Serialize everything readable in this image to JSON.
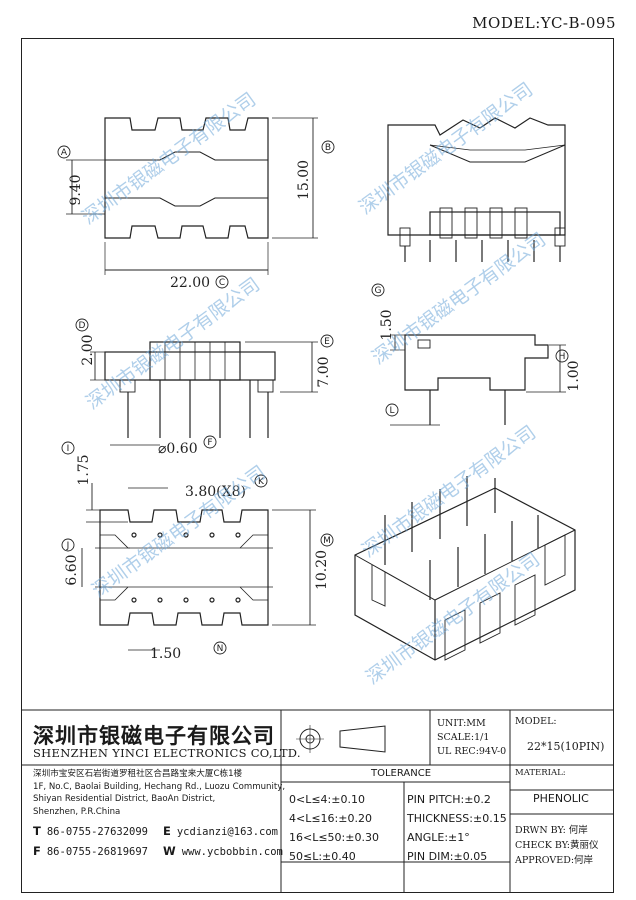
{
  "model": "MODEL:YC-B-095",
  "watermark": "深圳市银磁电子有限公司",
  "dimensions": {
    "a": "9.40",
    "b": "15.00",
    "c": "22.00",
    "d": "2.00",
    "e": "7.00",
    "f": "⌀0.60",
    "g": "1.50",
    "h": "1.00",
    "i": "1.75",
    "j": "6.60",
    "k": "3.80(X8)",
    "m": "10.20",
    "n": "1.50"
  },
  "markers": {
    "a": "A",
    "b": "B",
    "c": "C",
    "d": "D",
    "e": "E",
    "f": "F",
    "g": "G",
    "h": "H",
    "i": "I",
    "j": "J",
    "k": "K",
    "l": "L",
    "m": "M",
    "n": "N"
  },
  "title_block": {
    "company_cn": "深圳市银磁电子有限公司",
    "company_en": "SHENZHEN YINCI ELECTRONICS CO,LTD.",
    "address": [
      "深圳市宝安区石岩街道罗租社区合昌路宝来大厦C栋1楼",
      "1F, No.C, Baolai Building, Hechang Rd., Luozu Community,",
      "Shiyan Residential District, BaoAn District,",
      "Shenzhen, P.R.China"
    ],
    "contacts": {
      "tel_label": "T",
      "tel": "86-0755-27632099",
      "email_label": "E",
      "email": "ycdianzi@163.com",
      "fax_label": "F",
      "fax": "86-0755-26819697",
      "web_label": "W",
      "web": "www.ycbobbin.com"
    },
    "unit": "UNIT:MM",
    "scale": "SCALE:1/1",
    "ul": "UL REC:94V-0",
    "model_label": "MODEL:",
    "model_value": "22*15(10PIN)",
    "tolerance_label": "TOLERANCE",
    "tolerances_left": [
      "0<L≤4:±0.10",
      "4<L≤16:±0.20",
      "16<L≤50:±0.30",
      "50≤L:±0.40"
    ],
    "tolerances_right": [
      "PIN PITCH:±0.2",
      "THICKNESS:±0.15",
      "ANGLE:±1°",
      "PIN DIM:±0.05"
    ],
    "material_label": "MATERIAL:",
    "material_value": "PHENOLIC",
    "drawn_by": "DRWN BY: 何岸",
    "check_by": "CHECK BY:黄丽仪",
    "approved": "APPROVED:何岸"
  }
}
